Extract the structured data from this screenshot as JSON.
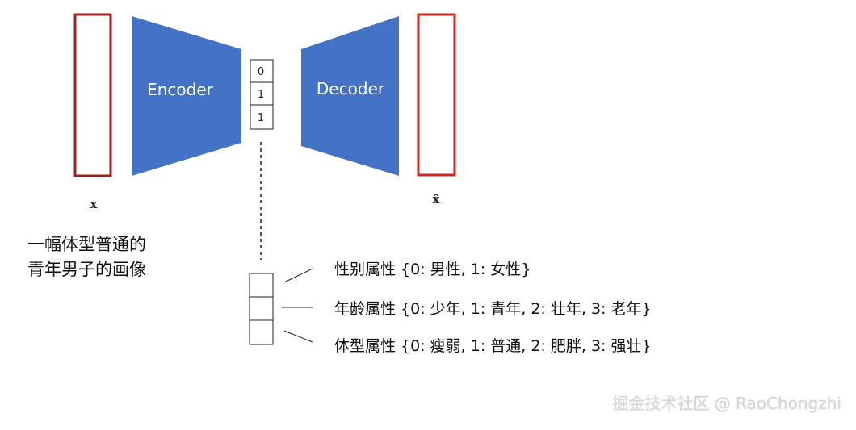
{
  "encoder": {
    "label": "Encoder"
  },
  "decoder": {
    "label": "Decoder"
  },
  "input": {
    "label": "x"
  },
  "output": {
    "label": "x̂"
  },
  "latent_code": {
    "values": [
      "0",
      "1",
      "1"
    ]
  },
  "description": {
    "line1": "一幅体型普通的",
    "line2": "青年男子的画像"
  },
  "attributes": [
    {
      "text": "性别属性 {0: 男性, 1: 女性}"
    },
    {
      "text": "年龄属性 {0: 少年, 1: 青年, 2: 壮年, 3: 老年}"
    },
    {
      "text": "体型属性 {0: 瘦弱, 1: 普通, 2: 肥胖, 3: 强壮}"
    }
  ],
  "watermark": {
    "text": "掘金技术社区 @ RaoChongzhi"
  },
  "colors": {
    "encoder_fill": "#4472C4",
    "input_border": "#A31F1F",
    "output_border": "#D0261F"
  }
}
